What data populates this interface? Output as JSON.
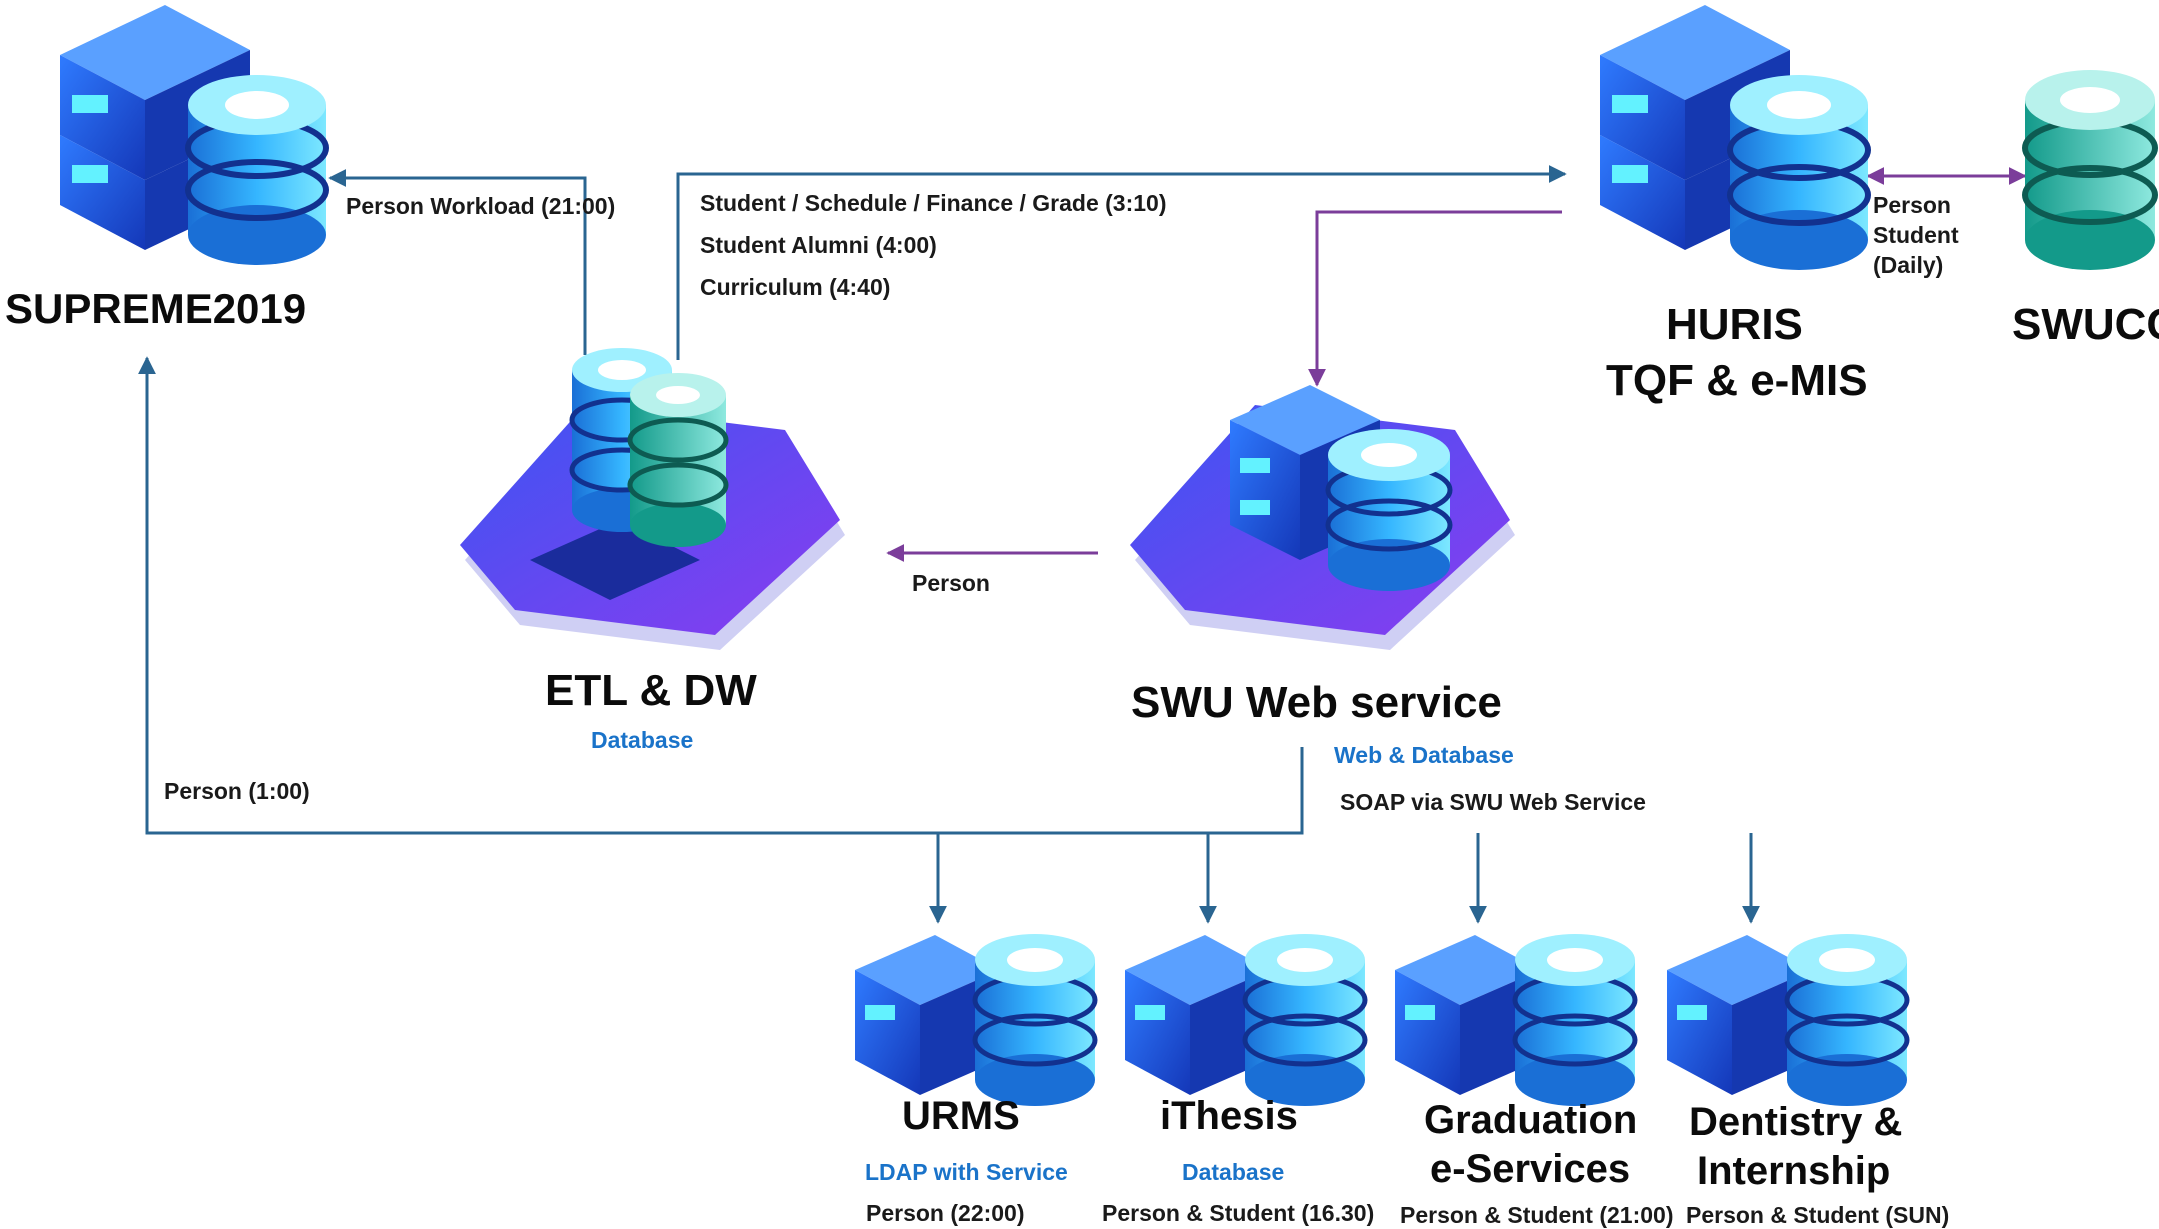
{
  "nodes": {
    "supreme": {
      "name": "SUPREME2019"
    },
    "huris": {
      "line1": "HURIS",
      "line2": "TQF & e-MIS"
    },
    "swucc": {
      "name": "SWUCC"
    },
    "etl": {
      "name": "ETL & DW",
      "sub": "Database"
    },
    "websvc": {
      "name": "SWU Web service",
      "sub": "Web & Database",
      "note": "SOAP via SWU Web Service"
    },
    "urms": {
      "name": "URMS",
      "sub": "LDAP with Service",
      "sched": "Person (22:00)"
    },
    "ithesis": {
      "name": "iThesis",
      "sub": "Database",
      "sched": "Person & Student (16.30)"
    },
    "graduation": {
      "line1": "Graduation",
      "line2": "e-Services",
      "sched": "Person & Student (21:00)"
    },
    "dentistry": {
      "line1": "Dentistry &",
      "line2": "Internship",
      "sched": "Person & Student (SUN)"
    }
  },
  "edges": {
    "workload": "Person Workload (21:00)",
    "ssfg": "Student / Schedule / Finance / Grade (3:10)",
    "alumni": "Student Alumni (4:00)",
    "curriculum": "Curriculum (4:40)",
    "huris_swucc": [
      "Person",
      "Student",
      "(Daily)"
    ],
    "web_etl": "Person",
    "supreme_feed": "Person (1:00)"
  },
  "colors": {
    "blue_line": "#2a6591",
    "purple_line": "#7b3d9a",
    "accent_text": "#1a73c9",
    "server_dark": "#1f4fd1",
    "disk_light": "#9ff0ff",
    "disk_teal": "#2bb9a9"
  },
  "icons": [
    "server-icon",
    "database-icon",
    "platform-icon"
  ]
}
